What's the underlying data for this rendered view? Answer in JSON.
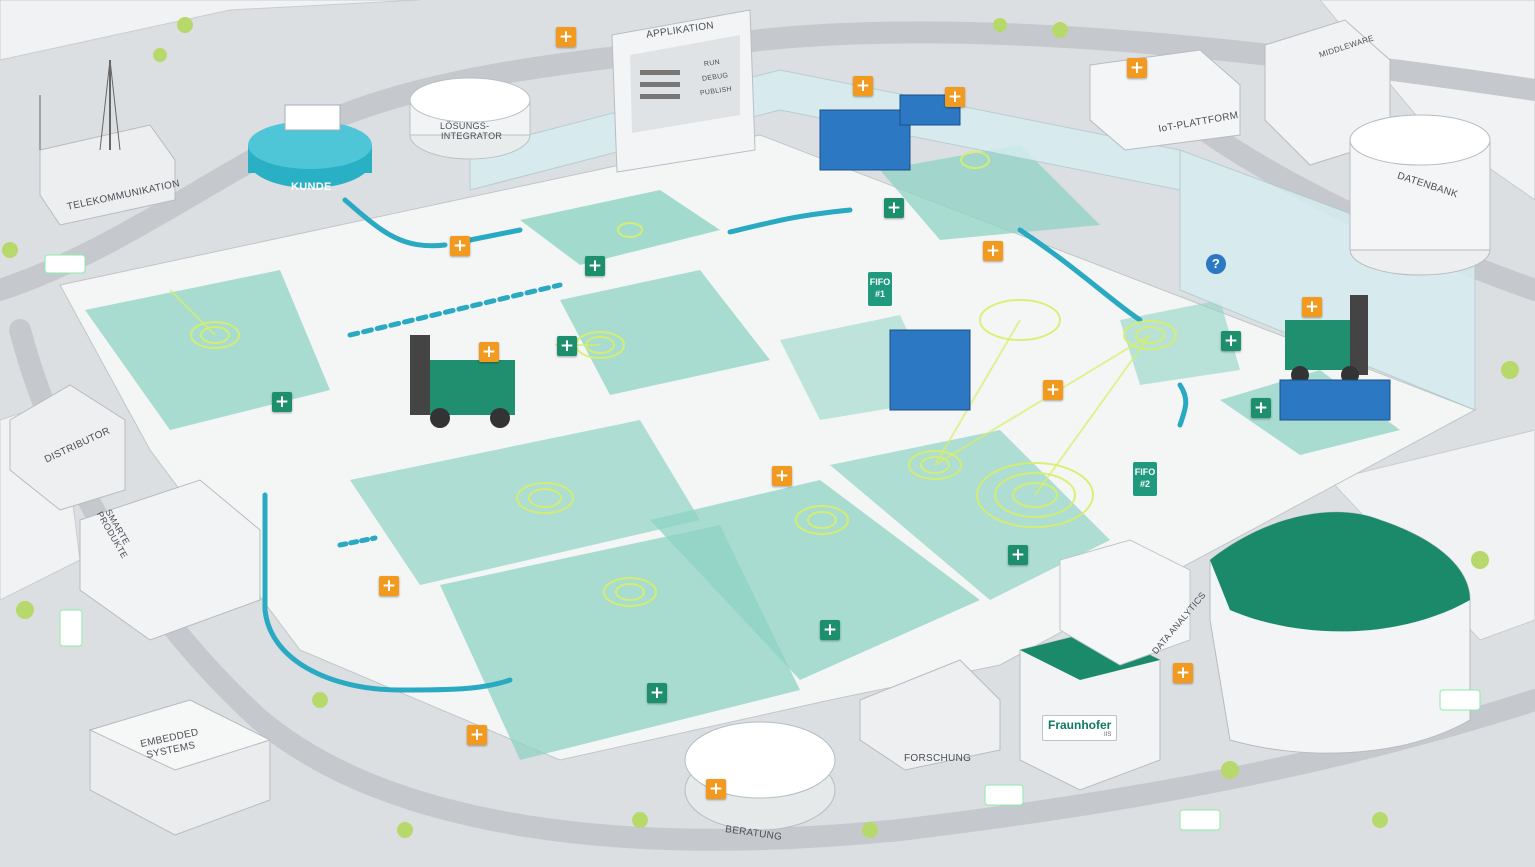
{
  "scene": {
    "colors": {
      "accent_teal": "#5fbfa9",
      "floor_teal": "#8fd3c4",
      "hotspot_orange": "#f29a1f",
      "hotspot_green": "#1e8f6c",
      "building_green": "#1a8a6b",
      "flow_arrow": "#2aa9c2",
      "signal_yellow": "#d8ef6a"
    },
    "labels": {
      "telekommunikation": "TELEKOMMUNIKATION",
      "kunde": "KUNDE",
      "loesungsintegrator_1": "LÖSUNGS-",
      "loesungsintegrator_2": "INTEGRATOR",
      "applikation": "APPLIKATION",
      "iot_plattform": "IoT-PLATTFORM",
      "middleware": "MIDDLEWARE",
      "datenbank": "DATENBANK",
      "distributor": "DISTRIBUTOR",
      "smarte_produkte_1": "SMARTE",
      "smarte_produkte_2": "PRODUKTE",
      "embedded_systems_1": "EMBEDDED",
      "embedded_systems_2": "SYSTEMS",
      "data_analytics": "DATA ANALYTICS",
      "forschung": "FORSCHUNG",
      "beratung": "BERATUNG",
      "fraunhofer": "Fraunhofer",
      "fraunhofer_sub": "IIS",
      "app_button_run": "RUN",
      "app_button_debug": "DEBUG",
      "app_button_publish": "PUBLISH",
      "fifo1_a": "FIFO",
      "fifo1_b": "#1",
      "fifo2_a": "FIFO",
      "fifo2_b": "#2",
      "question_mark": "?"
    },
    "hotspot_types": {
      "orange": "+",
      "green": "+"
    }
  }
}
